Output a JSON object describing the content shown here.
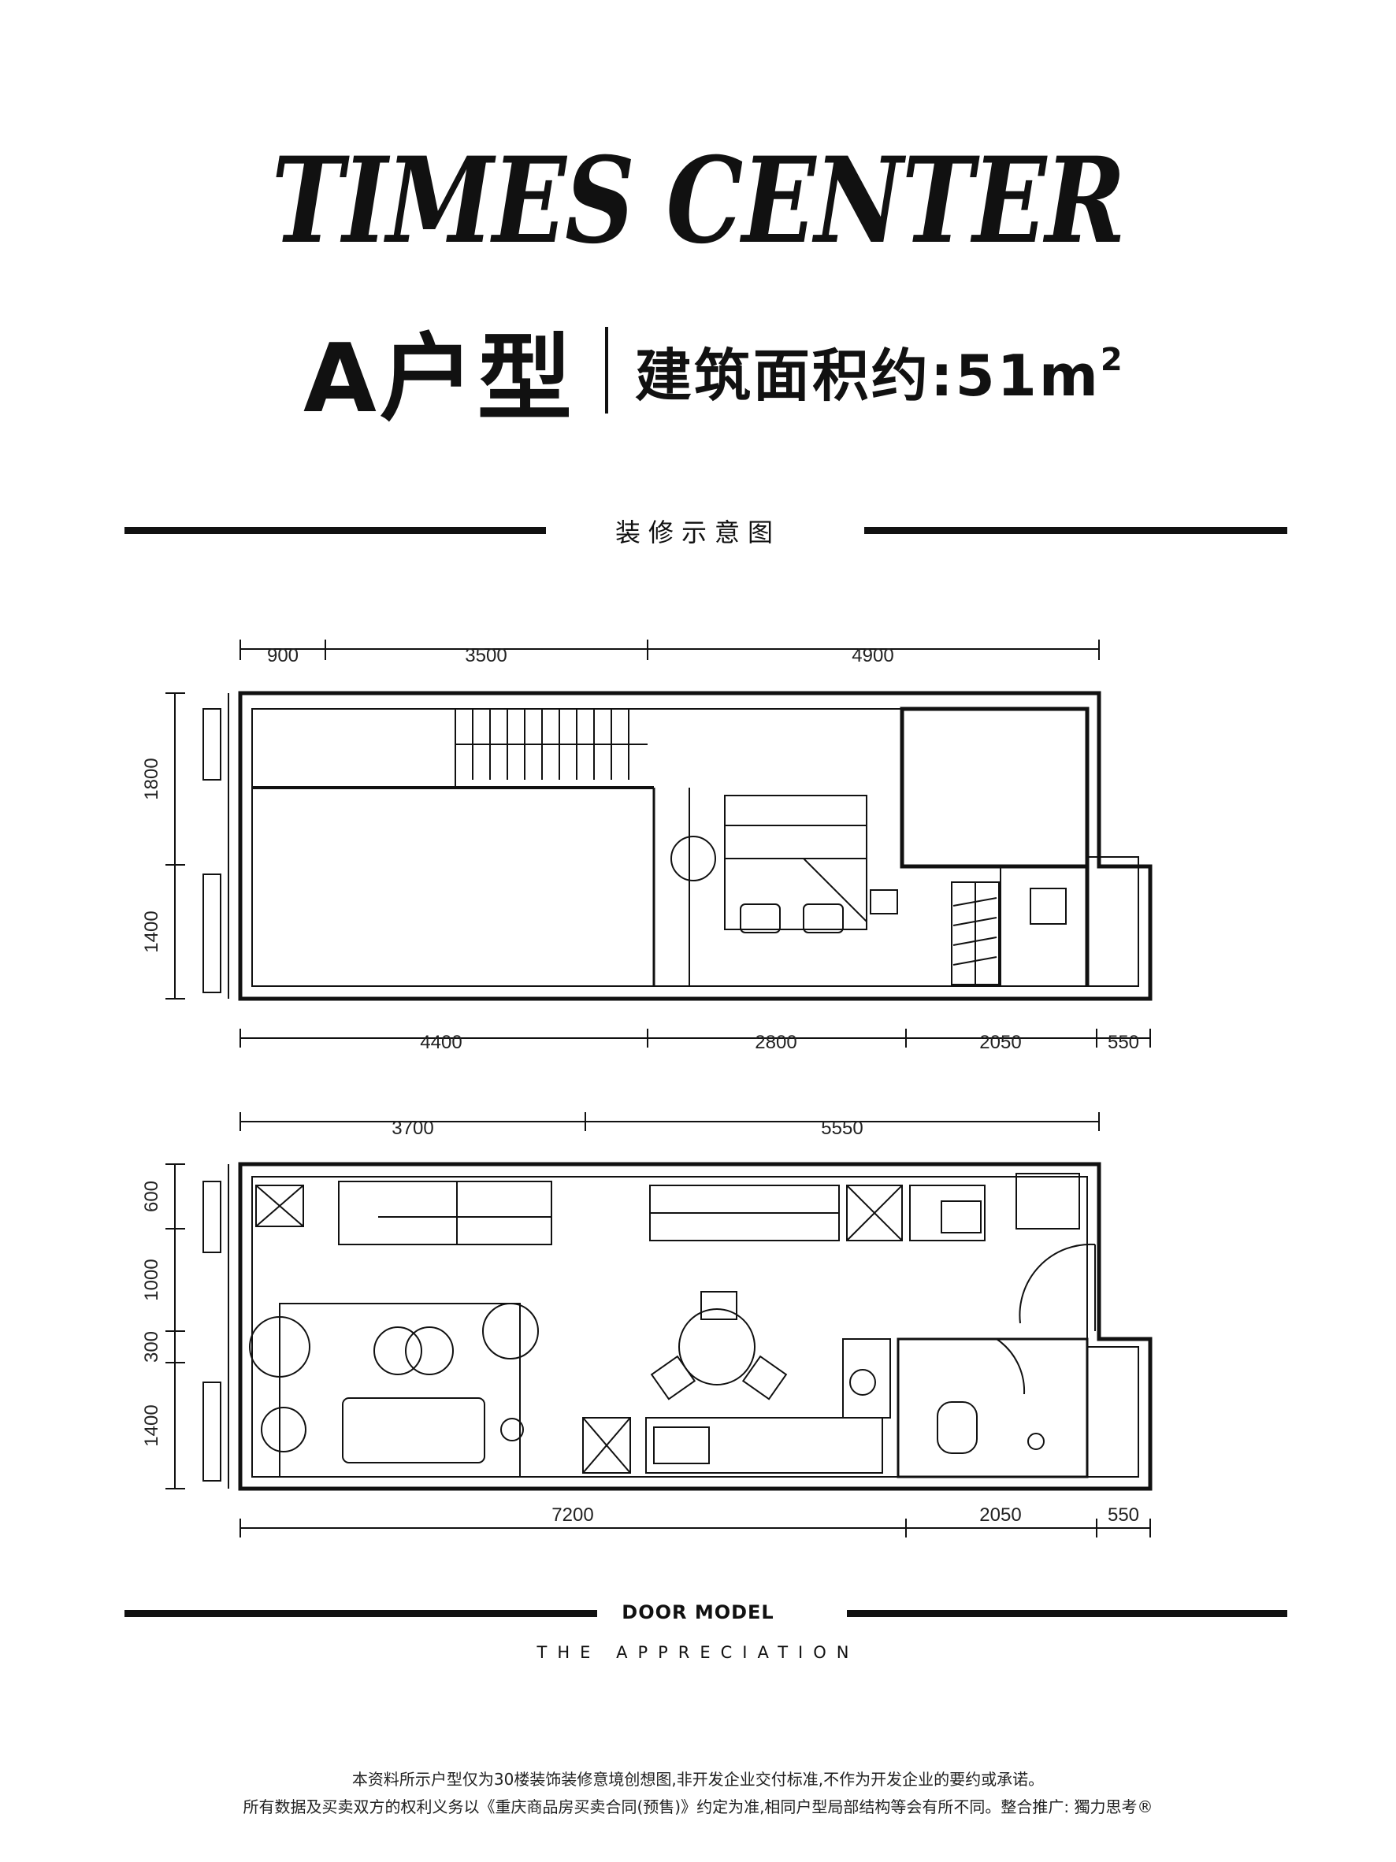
{
  "brand_title": "TIMES CENTER",
  "unit": {
    "code": "A户型",
    "area_prefix": "建筑面积约:51m",
    "area_sup": "2"
  },
  "section_title": "装修示意图",
  "footer": {
    "door_model": "DOOR MODEL",
    "appreciation": "THE APPRECIATION",
    "disclaimer_line1": "本资料所示户型仅为30楼装饰装修意境创想图,非开发企业交付标准,不作为开发企业的要约或承诺。",
    "disclaimer_line2": "所有数据及买卖双方的权利义务以《重庆商品房买卖合同(预售)》约定为准,相同户型局部结构等会有所不同。整合推广: 獨力思考®"
  },
  "upper_plan": {
    "top_dims": [
      "900",
      "3500",
      "4900"
    ],
    "left_dims": [
      "1800",
      "1400"
    ],
    "bottom_dims": [
      "4400",
      "2800",
      "2050",
      "550"
    ]
  },
  "lower_plan": {
    "top_dims": [
      "3700",
      "5550"
    ],
    "left_dims": [
      "600",
      "1000",
      "300",
      "1400"
    ],
    "bottom_dims": [
      "7200",
      "2050",
      "550"
    ]
  }
}
